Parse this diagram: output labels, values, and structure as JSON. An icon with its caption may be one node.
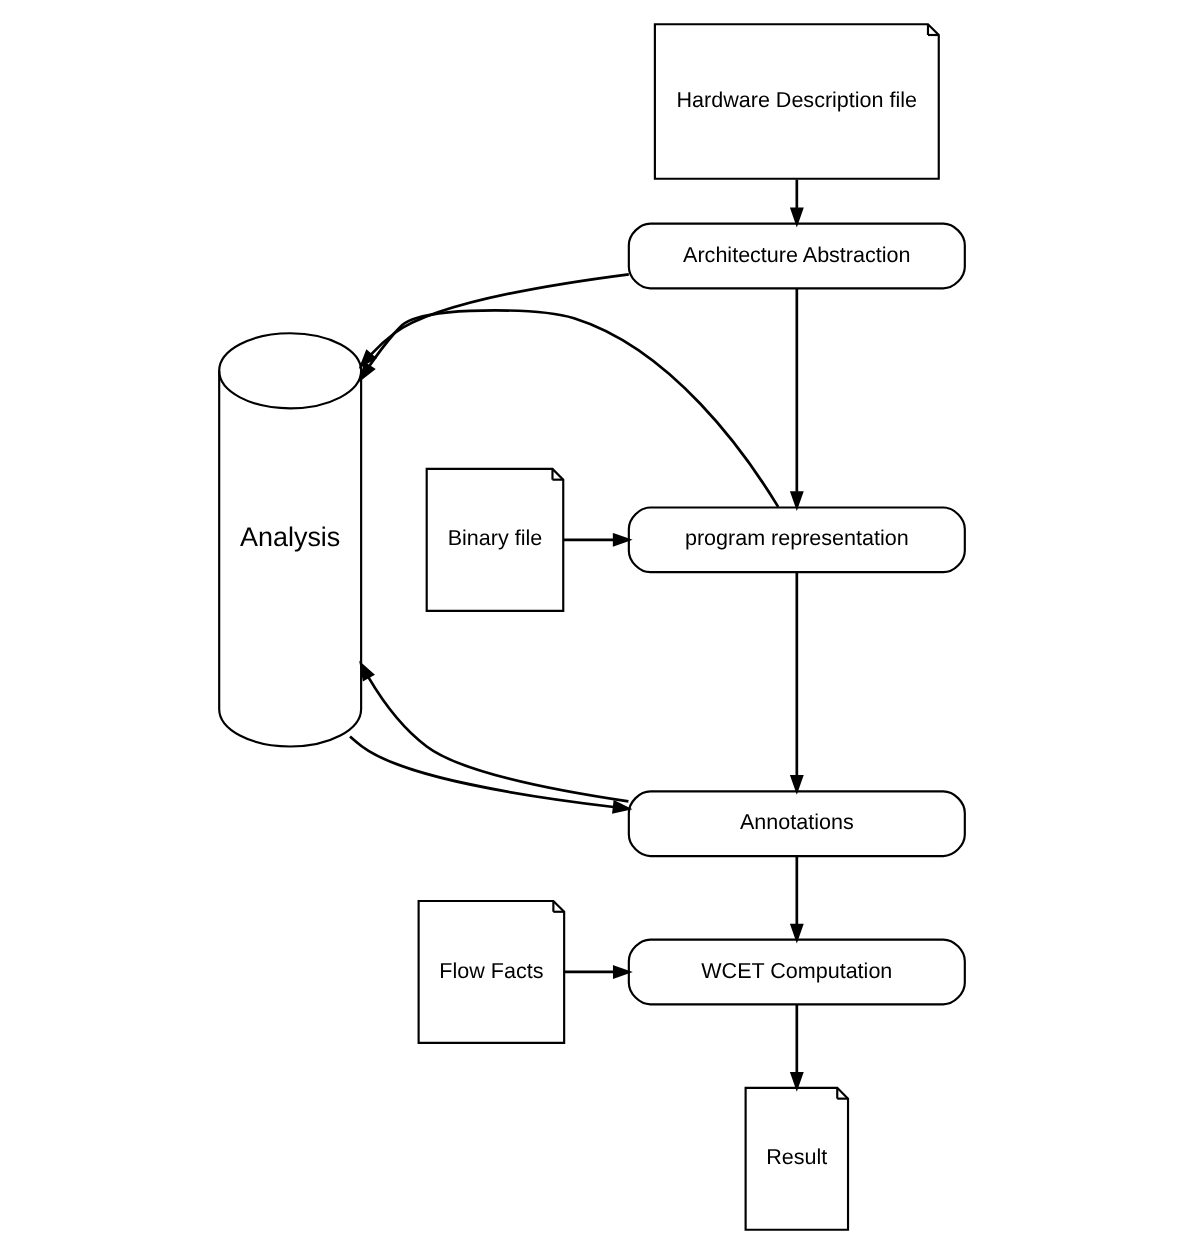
{
  "diagram": {
    "nodes": [
      {
        "text": [
          "Hardware Description file"
        ]
      },
      {
        "text": [
          "Architecture Abstraction"
        ]
      },
      {
        "text": [
          "Binary file"
        ]
      },
      {
        "text": [
          "program representation"
        ]
      },
      {
        "text": [
          "Analysis"
        ]
      },
      {
        "text": [
          "Annotations"
        ]
      },
      {
        "text": [
          "Flow Facts"
        ]
      },
      {
        "text": [
          "WCET Computation"
        ]
      },
      {
        "text": [
          "Result"
        ]
      }
    ],
    "edges": [
      {
        "from": 0,
        "to": 1,
        "arrow": "to"
      },
      {
        "from": 1,
        "to": 3,
        "arrow": "to"
      },
      {
        "from": 1,
        "to": 4,
        "arrow": "to"
      },
      {
        "from": 2,
        "to": 3,
        "arrow": "to"
      },
      {
        "from": 3,
        "to": 4,
        "arrow": "to"
      },
      {
        "from": 3,
        "to": 5,
        "arrow": "to"
      },
      {
        "from": 5,
        "to": 4,
        "arrow": "to"
      },
      {
        "from": 4,
        "to": 5,
        "arrow": "to"
      },
      {
        "from": 5,
        "to": 7,
        "arrow": "to"
      },
      {
        "from": 6,
        "to": 7,
        "arrow": "to"
      },
      {
        "from": 7,
        "to": 8,
        "arrow": "to"
      }
    ]
  }
}
